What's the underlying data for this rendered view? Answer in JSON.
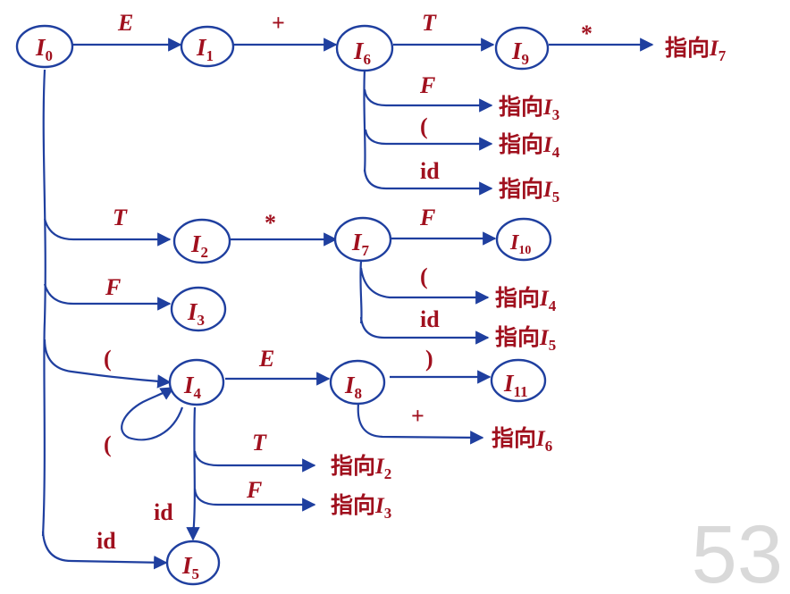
{
  "page_number": "53",
  "colors": {
    "edge": "#1f3f9f",
    "text": "#a0101e",
    "page_number": "#d9d9d9"
  },
  "nodes": [
    {
      "id": "I0",
      "letter": "I",
      "sub": "0"
    },
    {
      "id": "I1",
      "letter": "I",
      "sub": "1"
    },
    {
      "id": "I6",
      "letter": "I",
      "sub": "6"
    },
    {
      "id": "I9",
      "letter": "I",
      "sub": "9"
    },
    {
      "id": "I2",
      "letter": "I",
      "sub": "2"
    },
    {
      "id": "I7",
      "letter": "I",
      "sub": "7"
    },
    {
      "id": "I10",
      "letter": "I",
      "sub": "10"
    },
    {
      "id": "I3",
      "letter": "I",
      "sub": "3"
    },
    {
      "id": "I4",
      "letter": "I",
      "sub": "4"
    },
    {
      "id": "I8",
      "letter": "I",
      "sub": "8"
    },
    {
      "id": "I11",
      "letter": "I",
      "sub": "11"
    },
    {
      "id": "I5",
      "letter": "I",
      "sub": "5"
    }
  ],
  "refs": [
    {
      "prefix": "指向",
      "letter": "I",
      "sub": "7"
    },
    {
      "prefix": "指向",
      "letter": "I",
      "sub": "3"
    },
    {
      "prefix": "指向",
      "letter": "I",
      "sub": "4"
    },
    {
      "prefix": "指向",
      "letter": "I",
      "sub": "5"
    },
    {
      "prefix": "指向",
      "letter": "I",
      "sub": "4"
    },
    {
      "prefix": "指向",
      "letter": "I",
      "sub": "5"
    },
    {
      "prefix": "指向",
      "letter": "I",
      "sub": "6"
    },
    {
      "prefix": "指向",
      "letter": "I",
      "sub": "2"
    },
    {
      "prefix": "指向",
      "letter": "I",
      "sub": "3"
    }
  ],
  "edge_labels": [
    {
      "id": "e-I0-I1",
      "text": "E",
      "italic": true
    },
    {
      "id": "e-I1-I6",
      "text": "+",
      "italic": false
    },
    {
      "id": "e-I6-I9",
      "text": "T",
      "italic": true
    },
    {
      "id": "e-I9-ref",
      "text": "*",
      "italic": false
    },
    {
      "id": "e-I6-F",
      "text": "F",
      "italic": true
    },
    {
      "id": "e-I6-lp",
      "text": "(",
      "italic": false
    },
    {
      "id": "e-I6-id",
      "text": "id",
      "italic": false
    },
    {
      "id": "e-I0-I2",
      "text": "T",
      "italic": true
    },
    {
      "id": "e-I2-I7",
      "text": "*",
      "italic": false
    },
    {
      "id": "e-I7-I10",
      "text": "F",
      "italic": true
    },
    {
      "id": "e-I7-lp",
      "text": "(",
      "italic": false
    },
    {
      "id": "e-I7-id",
      "text": "id",
      "italic": false
    },
    {
      "id": "e-I0-I3",
      "text": "F",
      "italic": true
    },
    {
      "id": "e-I0-I4",
      "text": "(",
      "italic": false
    },
    {
      "id": "e-I4-I8",
      "text": "E",
      "italic": true
    },
    {
      "id": "e-I8-I11",
      "text": ")",
      "italic": false
    },
    {
      "id": "e-I8-plus",
      "text": "+",
      "italic": false
    },
    {
      "id": "e-I4-self",
      "text": "(",
      "italic": false
    },
    {
      "id": "e-I4-T",
      "text": "T",
      "italic": true
    },
    {
      "id": "e-I4-F",
      "text": "F",
      "italic": true
    },
    {
      "id": "e-I4-id",
      "text": "id",
      "italic": false
    },
    {
      "id": "e-I0-id",
      "text": "id",
      "italic": false
    }
  ]
}
